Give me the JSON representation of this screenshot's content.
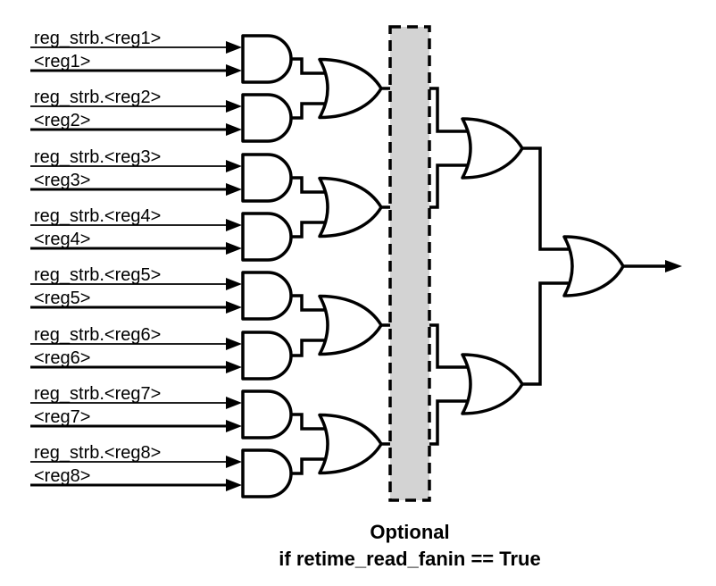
{
  "diagram": {
    "inputs": [
      {
        "strobe_label": "reg_strb.<reg1>",
        "value_label": "<reg1>"
      },
      {
        "strobe_label": "reg_strb.<reg2>",
        "value_label": "<reg2>"
      },
      {
        "strobe_label": "reg_strb.<reg3>",
        "value_label": "<reg3>"
      },
      {
        "strobe_label": "reg_strb.<reg4>",
        "value_label": "<reg4>"
      },
      {
        "strobe_label": "reg_strb.<reg5>",
        "value_label": "<reg5>"
      },
      {
        "strobe_label": "reg_strb.<reg6>",
        "value_label": "<reg6>"
      },
      {
        "strobe_label": "reg_strb.<reg7>",
        "value_label": "<reg7>"
      },
      {
        "strobe_label": "reg_strb.<reg8>",
        "value_label": "<reg8>"
      }
    ],
    "caption": {
      "line1": "Optional",
      "line2": "if retime_read_fanin == True"
    },
    "colors": {
      "wire": "#000000",
      "optional_region_fill": "#d3d3d3",
      "background": "#ffffff"
    }
  }
}
